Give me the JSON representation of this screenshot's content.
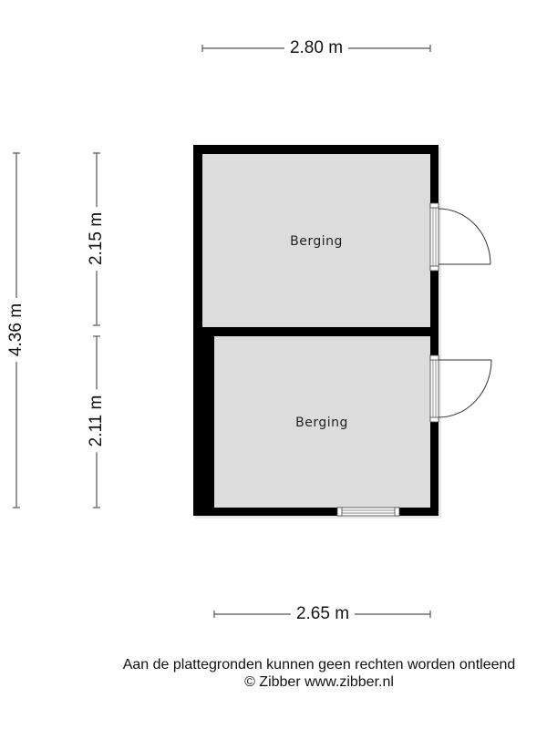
{
  "floorplan": {
    "rooms": [
      {
        "name": "Berging"
      },
      {
        "name": "Berging"
      }
    ],
    "dimensions": {
      "top_width": "2.80 m",
      "bottom_width": "2.65 m",
      "total_height": "4.36 m",
      "upper_room_height": "2.15 m",
      "lower_room_height": "2.11 m"
    },
    "colors": {
      "wall": "#000000",
      "room_fill": "#dcdcdc",
      "dimension_line": "#555555",
      "background": "#ffffff"
    }
  },
  "footer": {
    "disclaimer": "Aan de plattegronden kunnen geen rechten worden ontleend",
    "copyright": "© Zibber www.zibber.nl"
  }
}
